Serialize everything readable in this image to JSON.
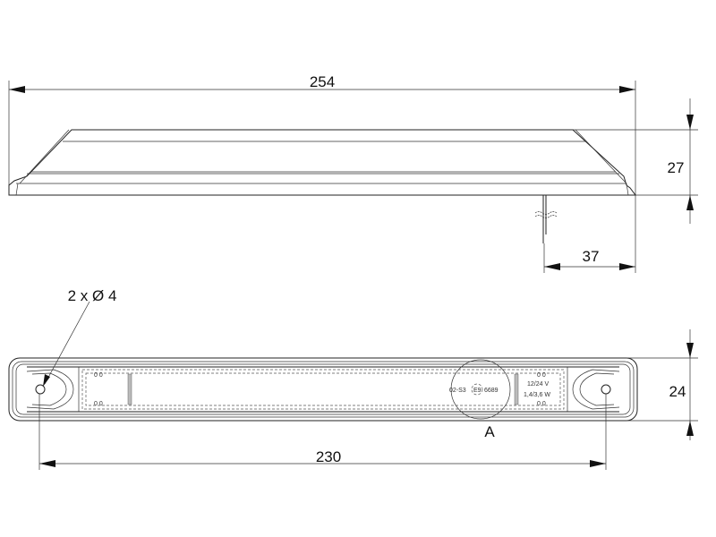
{
  "dimensions": {
    "overall_length": "254",
    "height": "27",
    "cable_offset": "37",
    "width": "24",
    "hole_spacing": "230",
    "holes": "2 x Ø 4"
  },
  "detail_label": "A",
  "marking": {
    "code_left": "02-S3",
    "approval": "E9",
    "code_right": "6689",
    "voltage": "12/24 V",
    "power": "1,4/3,6 W"
  }
}
